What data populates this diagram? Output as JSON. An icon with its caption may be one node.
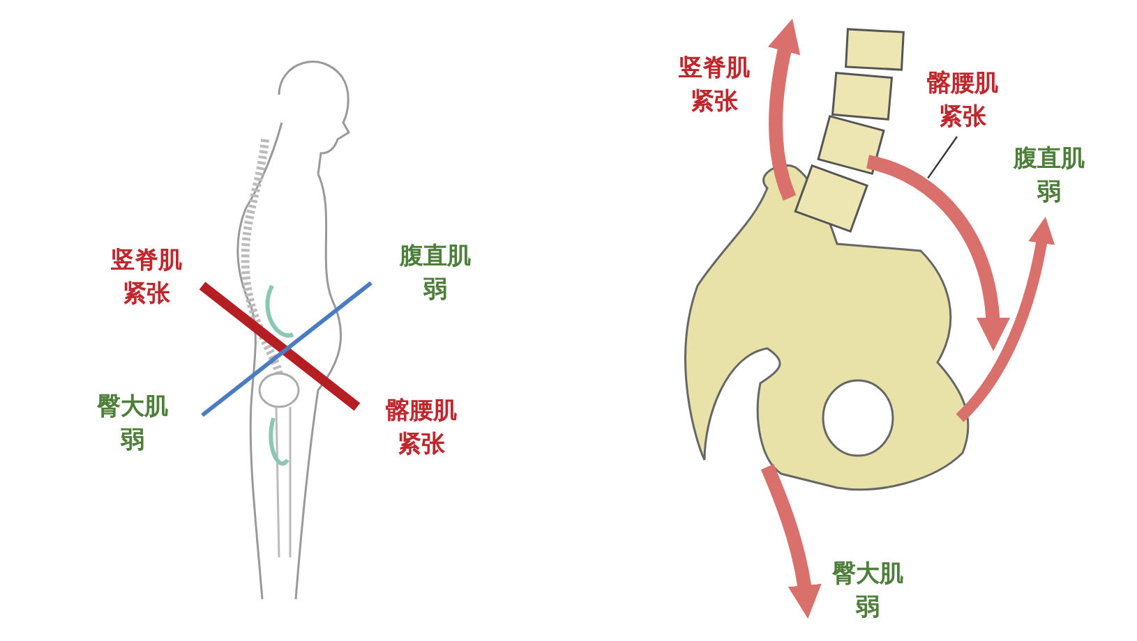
{
  "diagram": {
    "nodes": [
      {
        "text": [
          "髂腰肌紧张"
        ]
      },
      {
        "text": [],
        "shape": "picture"
      }
    ],
    "edges": [
      {
        "from": 0,
        "to": 1,
        "arrow": "none"
      }
    ],
    "labels": [
      "竖脊肌紧张",
      "腹直肌弱",
      "臀大肌弱",
      "髂腰肌紧张",
      "竖脊肌紧张",
      "腹直肌弱",
      "臀大肌弱"
    ]
  }
}
